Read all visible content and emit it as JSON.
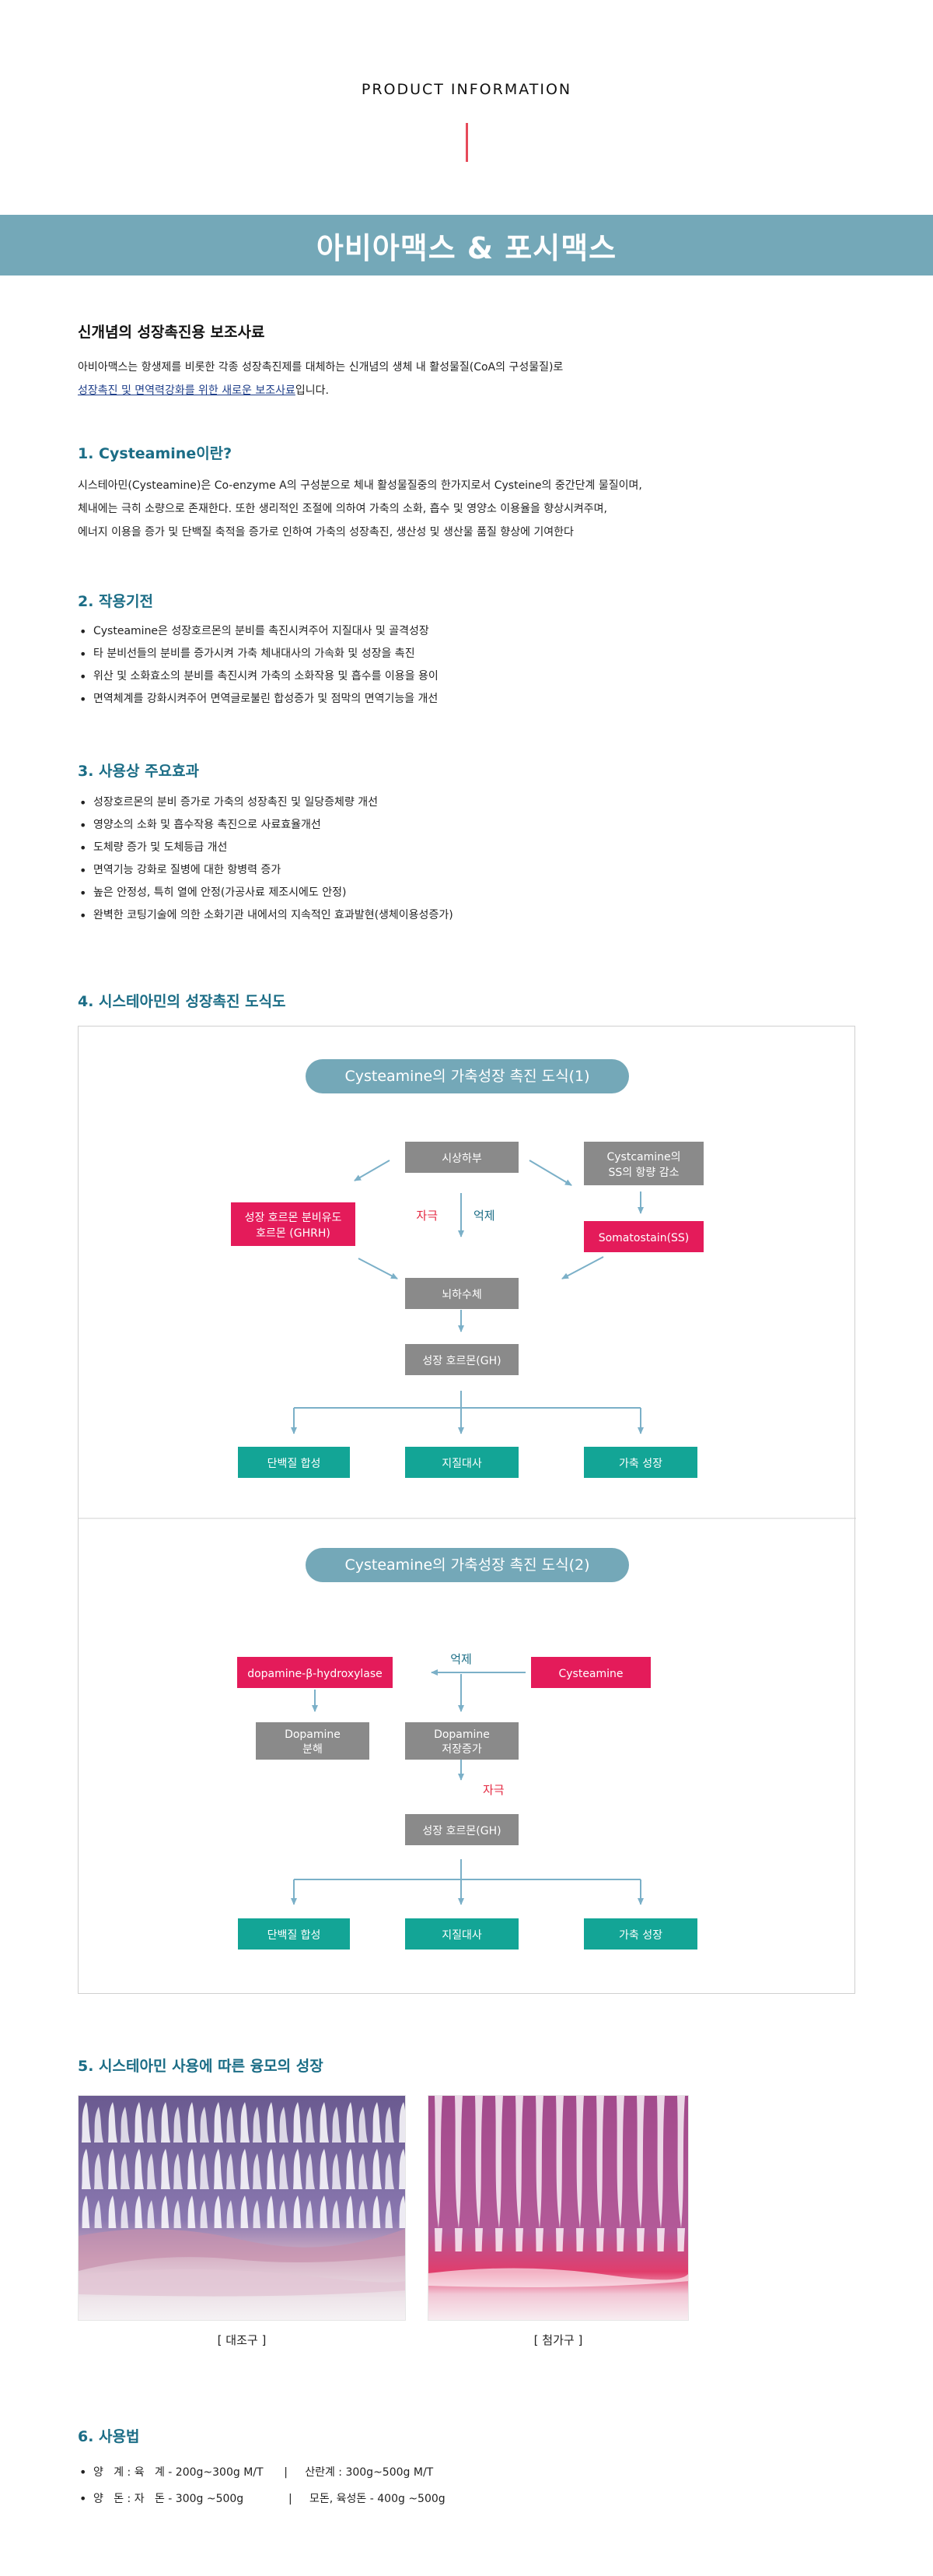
{
  "header": {
    "title": "PRODUCT INFORMATION"
  },
  "banner": {
    "title": "아비아맥스 & 포시맥스"
  },
  "intro": {
    "heading": "신개념의 성장촉진용 보조사료",
    "line1": "아비아맥스는 항생제를 비롯한 각종 성장촉진제를 대체하는 신개념의 생체 내 활성물질(CoA의 구성물질)로",
    "line2_link": "성장촉진 및 면역력강화를 위한 새로운 보조사료",
    "line2_rest": "입니다."
  },
  "section1": {
    "title": "1. Cysteamine이란?",
    "lines": [
      "시스테아민(Cysteamine)은 Co-enzyme A의 구성분으로 체내 활성물질중의 한가지로서 Cysteine의 중간단계 물질이며,",
      "체내에는 극히 소량으로 존재한다. 또한 생리적인 조절에 의하여 가축의 소화, 흡수 및 영양소 이용율을 향상시켜주며,",
      "에너지 이용을 증가 및 단백질 축적을 증가로 인하여 가축의 성장촉진, 생산성 및 생산물 품질 향상에 기여한다"
    ]
  },
  "section2": {
    "title": "2. 작용기전",
    "items": [
      "Cysteamine은 성장호르몬의 분비를 촉진시켜주어 지질대사 및 골격성장",
      "타 분비선들의 분비를 증가시켜 가축 체내대사의 가속화 및 성장을 촉진",
      "위산 및 소화효소의 분비를 촉진시켜 가축의 소화작용 및 흡수를 이용을 용이",
      "면역체계를 강화시켜주어 면역글로불린 합성증가 및 점막의 면역기능을 개선"
    ]
  },
  "section3": {
    "title": "3. 사용상 주요효과",
    "items": [
      "성장호르몬의 분비 증가로 가축의 성장촉진 및 일당증체량 개선",
      "영양소의 소화 및 흡수작용 촉진으로 사료효율개선",
      "도체량 증가 및 도체등급 개선",
      "면역기능 강화로 질병에 대한 항병력 증가",
      "높은 안정성, 특히 열에 안정(가공사료 제조시에도 안정)",
      "완벽한 코팅기술에 의한 소화기관 내에서의 지속적인 효과발현(생체이용성증가)"
    ]
  },
  "section4": {
    "title": "4. 시스테아민의 성장촉진 도식도",
    "diagram1": {
      "title": "Cysteamine의 가축성장 촉진 도식(1)",
      "hypothalamus": "시상하부",
      "cystcamine_line1": "Cystcamine의",
      "cystcamine_line2": "SS의 항량 감소",
      "ghrh_line1": "성장 호르몬 분비유도",
      "ghrh_line2": "호르몬 (GHRH)",
      "stimulate": "자극",
      "inhibit": "억제",
      "somatostatin": "Somatostain(SS)",
      "pituitary": "뇌하수체",
      "gh": "성장 호르몬(GH)",
      "out1": "단백질 합성",
      "out2": "지질대사",
      "out3": "가축 성장"
    },
    "diagram2": {
      "title": "Cysteamine의 가축성장 촉진 도식(2)",
      "enzyme": "dopamine-β-hydroxylase",
      "inhibit": "억제",
      "cysteamine": "Cysteamine",
      "dopa_decomp_line1": "Dopamine",
      "dopa_decomp_line2": "분해",
      "dopa_store_line1": "Dopamine",
      "dopa_store_line2": "저장증가",
      "stimulate": "자극",
      "gh": "성장 호르몬(GH)",
      "out1": "단백질 합성",
      "out2": "지질대사",
      "out3": "가축 성장"
    }
  },
  "section5": {
    "title": "5. 시스테아민 사용에 따른 융모의 성장",
    "caption_control": "[ 대조구 ]",
    "caption_treatment": "[ 첨가구 ]"
  },
  "section6": {
    "title": "6. 사용법",
    "row1": "양   계 : 육   계 - 200g~300g M/T      |     산란계 : 300g~500g M/T",
    "row2": "양   돈 : 자   돈 - 300g ~500g             |     모돈, 육성돈 - 400g ~500g"
  },
  "colors": {
    "accent_teal": "#74a8b8",
    "title_blue": "#1b6d86",
    "box_gray": "#8a8a8a",
    "box_red": "#e41b5a",
    "box_green": "#13a596",
    "arrow_blue": "#7bb0c8",
    "red_text": "#e4263f",
    "header_line": "#e64a5a"
  }
}
